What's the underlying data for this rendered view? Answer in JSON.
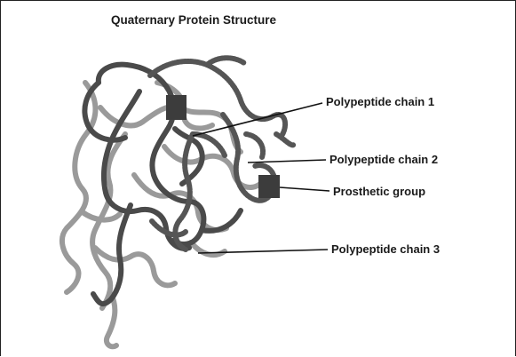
{
  "diagram": {
    "title": "Quaternary Protein Structure",
    "labels": {
      "chain1": "Polypeptide chain 1",
      "chain2": "Polypeptide chain 2",
      "prosthetic": "Prosthetic group",
      "chain3": "Polypeptide chain 3"
    },
    "colors": {
      "chain_light": "#9a9a9a",
      "chain_dark": "#4a4a4a",
      "chain_dotted": "#555555",
      "prosthetic": "#3c3c3c",
      "leader": "#111111"
    }
  }
}
